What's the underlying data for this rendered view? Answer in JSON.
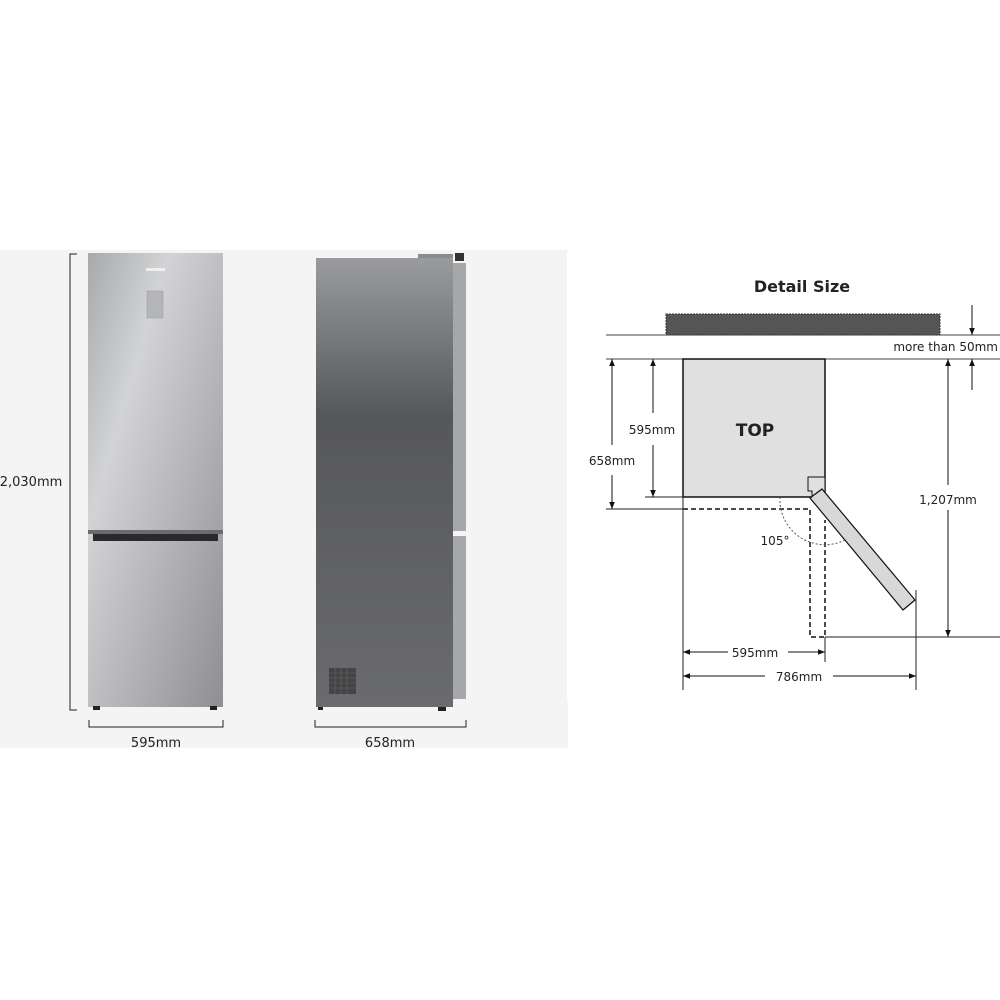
{
  "front_view": {
    "height_label": "2,030mm",
    "width_label": "595mm"
  },
  "side_view": {
    "depth_label": "658mm"
  },
  "detail": {
    "title": "Detail Size",
    "clearance_label": "more than 50mm",
    "top_label": "TOP",
    "body_depth_label": "595mm",
    "total_depth_label": "658mm",
    "door_angle_label": "105°",
    "open_depth_label": "1,207mm",
    "body_width_label": "595mm",
    "open_width_label": "786mm"
  },
  "colors": {
    "band": "#f4f4f4",
    "fridge": "#9a9b9d",
    "side": "#5b5c5f",
    "top_fill": "#e0e0e0",
    "wall": "#555555"
  }
}
